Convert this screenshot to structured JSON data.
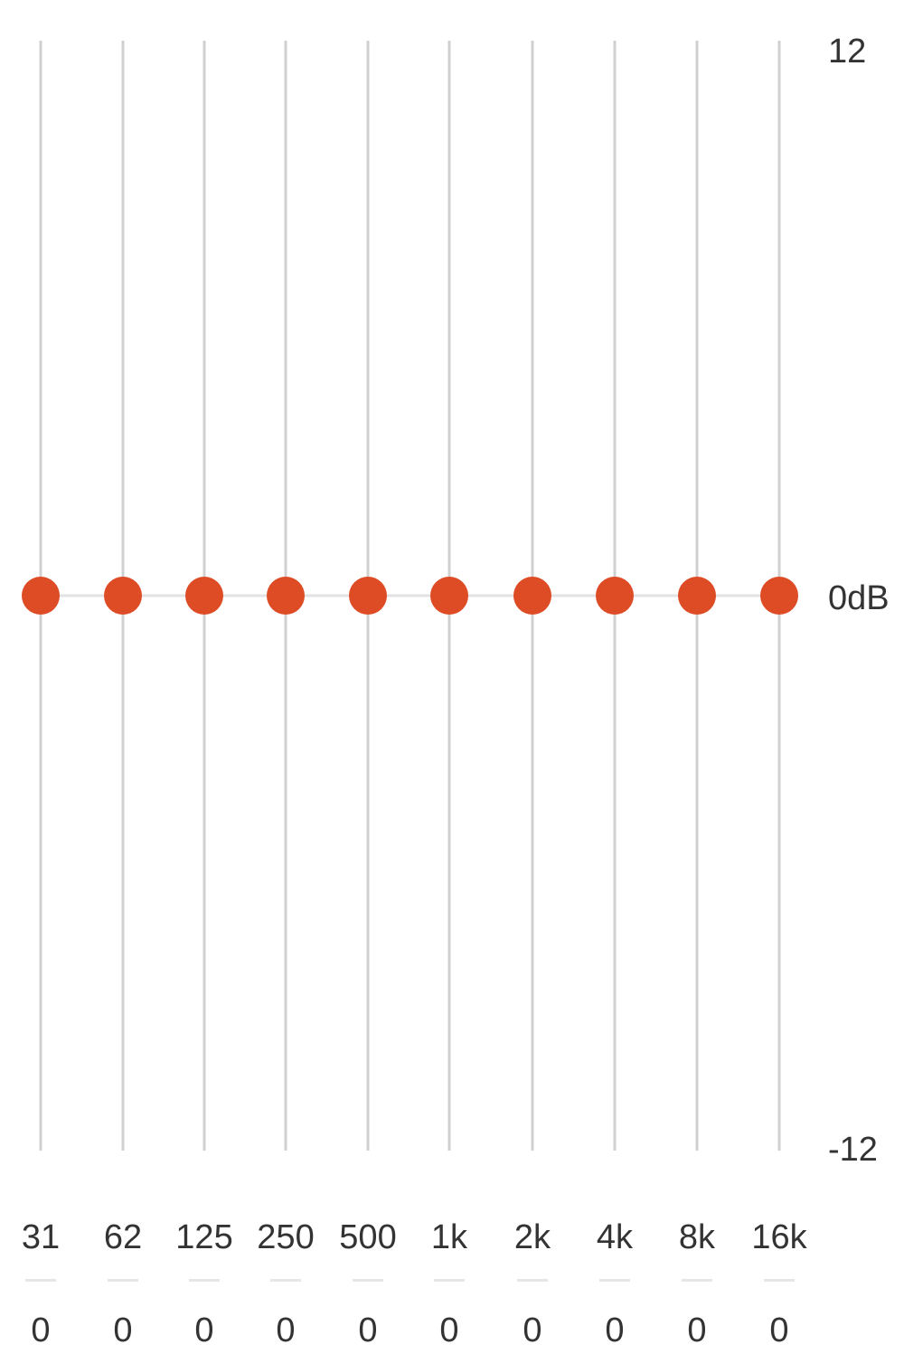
{
  "equalizer": {
    "scale": {
      "max_label": "12",
      "mid_label": "0dB",
      "min_label": "-12",
      "max": 12,
      "min": -12
    },
    "colors": {
      "track": "#d0d0d0",
      "baseline": "#e2e2e2",
      "knob": "#de4c26",
      "underline": "#e6e6e6"
    },
    "bands": [
      {
        "label": "31",
        "value": 0,
        "value_text": "0"
      },
      {
        "label": "62",
        "value": 0,
        "value_text": "0"
      },
      {
        "label": "125",
        "value": 0,
        "value_text": "0"
      },
      {
        "label": "250",
        "value": 0,
        "value_text": "0"
      },
      {
        "label": "500",
        "value": 0,
        "value_text": "0"
      },
      {
        "label": "1k",
        "value": 0,
        "value_text": "0"
      },
      {
        "label": "2k",
        "value": 0,
        "value_text": "0"
      },
      {
        "label": "4k",
        "value": 0,
        "value_text": "0"
      },
      {
        "label": "8k",
        "value": 0,
        "value_text": "0"
      },
      {
        "label": "16k",
        "value": 0,
        "value_text": "0"
      }
    ]
  }
}
